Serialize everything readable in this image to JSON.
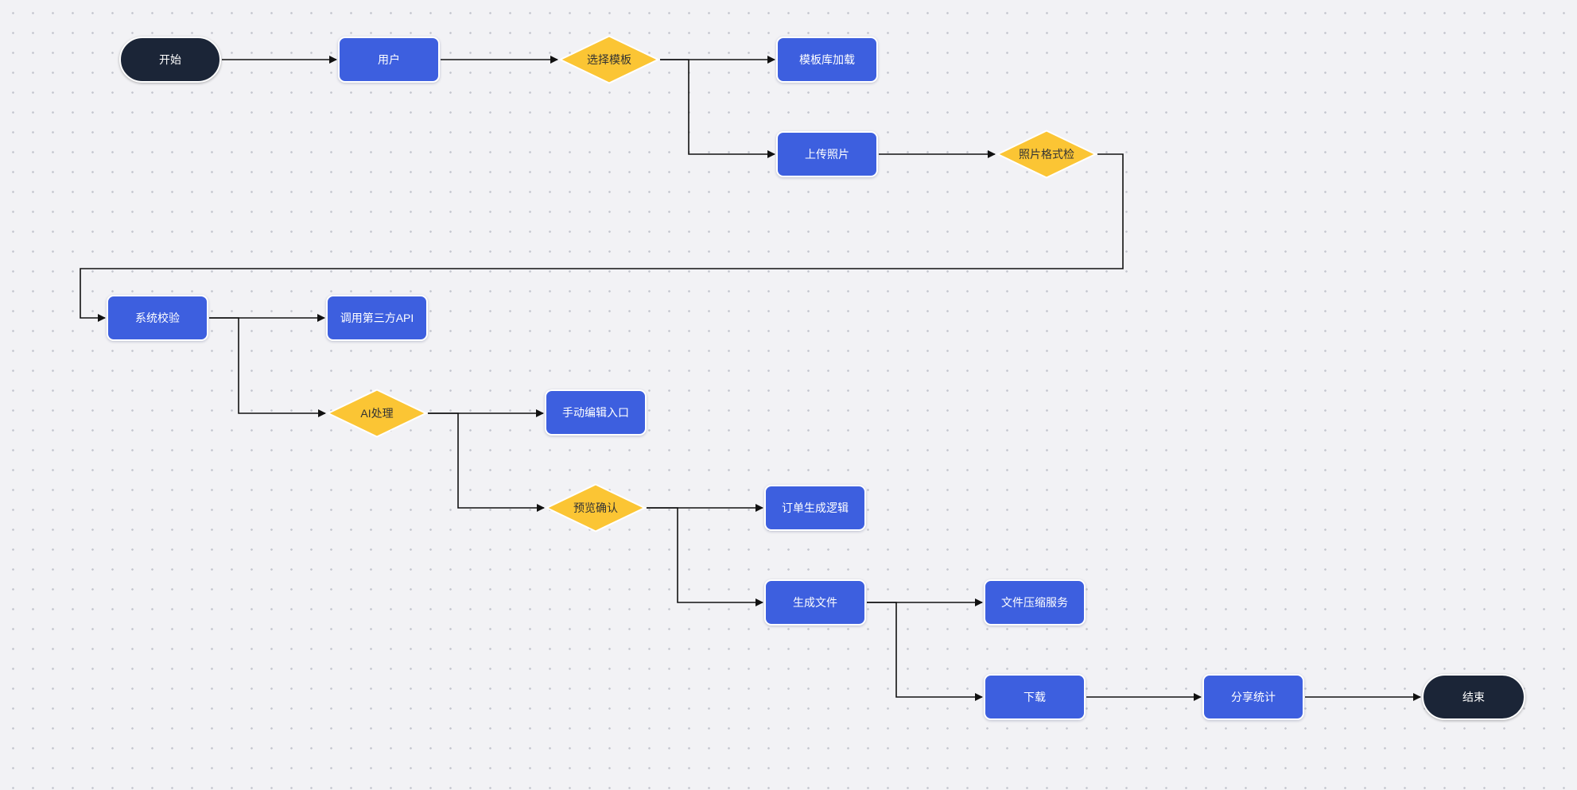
{
  "diagram": {
    "type": "flowchart",
    "colors": {
      "process": "#3d5fdf",
      "terminal": "#1b2537",
      "decision": "#fbc534",
      "edge": "#111111",
      "background": "#f2f2f5"
    },
    "nodes": [
      {
        "id": "start",
        "kind": "terminal",
        "label": "开始"
      },
      {
        "id": "user",
        "kind": "process",
        "label": "用户"
      },
      {
        "id": "select_template",
        "kind": "decision",
        "label": "选择模板"
      },
      {
        "id": "template_load",
        "kind": "process",
        "label": "模板库加载"
      },
      {
        "id": "upload_photo",
        "kind": "process",
        "label": "上传照片"
      },
      {
        "id": "photo_format_check",
        "kind": "decision",
        "label": "照片格式检测"
      },
      {
        "id": "system_verify",
        "kind": "process",
        "label": "系统校验"
      },
      {
        "id": "call_api",
        "kind": "process",
        "label": "调用第三方API"
      },
      {
        "id": "ai_process",
        "kind": "decision",
        "label": "AI处理"
      },
      {
        "id": "manual_edit",
        "kind": "process",
        "label": "手动编辑入口"
      },
      {
        "id": "preview_confirm",
        "kind": "decision",
        "label": "预览确认"
      },
      {
        "id": "order_logic",
        "kind": "process",
        "label": "订单生成逻辑"
      },
      {
        "id": "gen_file",
        "kind": "process",
        "label": "生成文件"
      },
      {
        "id": "file_compress",
        "kind": "process",
        "label": "文件压缩服务"
      },
      {
        "id": "download",
        "kind": "process",
        "label": "下载"
      },
      {
        "id": "share_stats",
        "kind": "process",
        "label": "分享统计"
      },
      {
        "id": "end",
        "kind": "terminal",
        "label": "结束"
      }
    ],
    "edges": [
      {
        "from": "start",
        "to": "user"
      },
      {
        "from": "user",
        "to": "select_template"
      },
      {
        "from": "select_template",
        "to": "template_load"
      },
      {
        "from": "select_template",
        "to": "upload_photo"
      },
      {
        "from": "upload_photo",
        "to": "photo_format_check"
      },
      {
        "from": "photo_format_check",
        "to": "system_verify"
      },
      {
        "from": "system_verify",
        "to": "call_api"
      },
      {
        "from": "system_verify",
        "to": "ai_process"
      },
      {
        "from": "ai_process",
        "to": "manual_edit"
      },
      {
        "from": "ai_process",
        "to": "preview_confirm"
      },
      {
        "from": "preview_confirm",
        "to": "order_logic"
      },
      {
        "from": "preview_confirm",
        "to": "gen_file"
      },
      {
        "from": "gen_file",
        "to": "file_compress"
      },
      {
        "from": "gen_file",
        "to": "download"
      },
      {
        "from": "download",
        "to": "share_stats"
      },
      {
        "from": "share_stats",
        "to": "end"
      }
    ]
  }
}
